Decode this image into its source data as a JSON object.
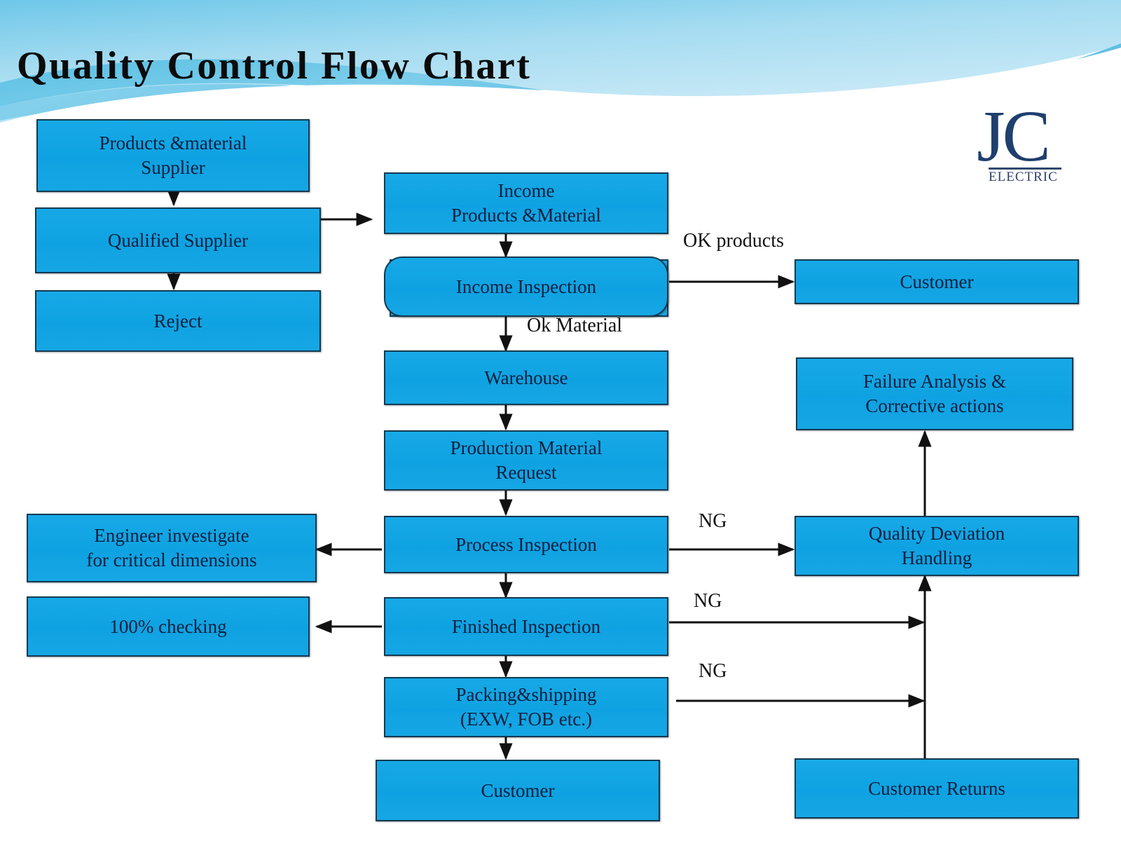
{
  "title": "Quality Control Flow Chart",
  "logo": {
    "mark": "JC",
    "wordmark": "ELECTRIC"
  },
  "colors": {
    "box_fill": "#0fa2e2",
    "box_border": "#123a52",
    "box_text": "#0a1f3d",
    "banner_light": "#a9dcf0",
    "banner_mid": "#6fc6e8",
    "banner_deep": "#3eb2dd",
    "title_text": "#0b0b0b",
    "logo_navy": "#1f3f6e",
    "connector": "#111111"
  },
  "chart_data": {
    "type": "diagram",
    "title": "Quality Control Flow Chart",
    "nodes": [
      {
        "id": "products-material-supplier",
        "label": "Products &material\nSupplier",
        "lines": [
          "Products &material",
          "Supplier"
        ],
        "column": "left",
        "shape": "rect"
      },
      {
        "id": "qualified-supplier",
        "label": "Qualified Supplier",
        "lines": [
          "Qualified Supplier"
        ],
        "column": "left",
        "shape": "rect"
      },
      {
        "id": "reject",
        "label": "Reject",
        "lines": [
          "Reject"
        ],
        "column": "left",
        "shape": "rect"
      },
      {
        "id": "income-products-material",
        "label": "Income\nProducts &Material",
        "lines": [
          "Income",
          "Products &Material"
        ],
        "column": "center",
        "shape": "rect"
      },
      {
        "id": "income-inspection",
        "label": "Income Inspection",
        "lines": [
          "Income Inspection"
        ],
        "column": "center",
        "shape": "rounded-rect"
      },
      {
        "id": "warehouse",
        "label": "Warehouse",
        "lines": [
          "Warehouse"
        ],
        "column": "center",
        "shape": "rect"
      },
      {
        "id": "production-material-request",
        "label": "Production Material\nRequest",
        "lines": [
          "Production Material",
          "Request"
        ],
        "column": "center",
        "shape": "rect"
      },
      {
        "id": "process-inspection",
        "label": "Process Inspection",
        "lines": [
          "Process Inspection"
        ],
        "column": "center",
        "shape": "rect"
      },
      {
        "id": "finished-inspection",
        "label": "Finished Inspection",
        "lines": [
          "Finished Inspection"
        ],
        "column": "center",
        "shape": "rect"
      },
      {
        "id": "packing-shipping",
        "label": "Packing&shipping\n(EXW, FOB etc.)",
        "lines": [
          "Packing&shipping",
          "(EXW, FOB etc.)"
        ],
        "column": "center",
        "shape": "rect"
      },
      {
        "id": "customer-bottom",
        "label": "Customer",
        "lines": [
          "Customer"
        ],
        "column": "center",
        "shape": "rect"
      },
      {
        "id": "engineer-investigate",
        "label": "Engineer investigate\nfor critical dimensions",
        "lines": [
          "Engineer investigate",
          "for critical dimensions"
        ],
        "column": "left",
        "shape": "rect"
      },
      {
        "id": "hundred-percent-checking",
        "label": "100% checking",
        "lines": [
          "100% checking"
        ],
        "column": "left",
        "shape": "rect"
      },
      {
        "id": "customer-right",
        "label": "Customer",
        "lines": [
          "Customer"
        ],
        "column": "right",
        "shape": "rect"
      },
      {
        "id": "failure-analysis",
        "label": "Failure Analysis &\nCorrective actions",
        "lines": [
          "Failure Analysis &",
          "Corrective actions"
        ],
        "column": "right",
        "shape": "rect"
      },
      {
        "id": "quality-deviation-handling",
        "label": "Quality Deviation\nHandling",
        "lines": [
          "Quality Deviation",
          "Handling"
        ],
        "column": "right",
        "shape": "rect"
      },
      {
        "id": "customer-returns",
        "label": "Customer Returns",
        "lines": [
          "Customer Returns"
        ],
        "column": "right",
        "shape": "rect"
      }
    ],
    "edges": [
      {
        "from": "products-material-supplier",
        "to": "qualified-supplier",
        "label": ""
      },
      {
        "from": "qualified-supplier",
        "to": "reject",
        "label": ""
      },
      {
        "from": "qualified-supplier",
        "to": "income-products-material",
        "label": ""
      },
      {
        "from": "income-products-material",
        "to": "income-inspection",
        "label": ""
      },
      {
        "from": "income-inspection",
        "to": "customer-right",
        "label": "OK products"
      },
      {
        "from": "income-inspection",
        "to": "warehouse",
        "label": "Ok Material"
      },
      {
        "from": "warehouse",
        "to": "production-material-request",
        "label": ""
      },
      {
        "from": "production-material-request",
        "to": "process-inspection",
        "label": ""
      },
      {
        "from": "process-inspection",
        "to": "engineer-investigate",
        "label": ""
      },
      {
        "from": "process-inspection",
        "to": "quality-deviation-handling",
        "label": "NG"
      },
      {
        "from": "process-inspection",
        "to": "finished-inspection",
        "label": ""
      },
      {
        "from": "finished-inspection",
        "to": "hundred-percent-checking",
        "label": ""
      },
      {
        "from": "finished-inspection",
        "to": "quality-deviation-handling",
        "label": "NG"
      },
      {
        "from": "finished-inspection",
        "to": "packing-shipping",
        "label": ""
      },
      {
        "from": "packing-shipping",
        "to": "quality-deviation-handling",
        "label": "NG"
      },
      {
        "from": "packing-shipping",
        "to": "customer-bottom",
        "label": ""
      },
      {
        "from": "customer-returns",
        "to": "quality-deviation-handling",
        "label": ""
      },
      {
        "from": "quality-deviation-handling",
        "to": "failure-analysis",
        "label": ""
      }
    ],
    "edge_labels": [
      "OK products",
      "Ok Material",
      "NG",
      "NG",
      "NG"
    ]
  },
  "nodes": {
    "products_material_supplier": {
      "l1": "Products &material",
      "l2": "Supplier"
    },
    "qualified_supplier": {
      "l1": "Qualified Supplier"
    },
    "reject": {
      "l1": "Reject"
    },
    "income_products_material": {
      "l1": "Income",
      "l2": "Products &Material"
    },
    "income_inspection": {
      "l1": "Income Inspection"
    },
    "warehouse": {
      "l1": "Warehouse"
    },
    "production_material_request": {
      "l1": "Production Material",
      "l2": "Request"
    },
    "process_inspection": {
      "l1": "Process Inspection"
    },
    "finished_inspection": {
      "l1": "Finished Inspection"
    },
    "packing_shipping": {
      "l1": "Packing&shipping",
      "l2": "(EXW, FOB etc.)"
    },
    "customer_bottom": {
      "l1": "Customer"
    },
    "engineer_investigate": {
      "l1": "Engineer investigate",
      "l2": "for critical dimensions"
    },
    "hundred_percent_checking": {
      "l1": "100% checking"
    },
    "customer_right": {
      "l1": "Customer"
    },
    "failure_analysis": {
      "l1": "Failure Analysis &",
      "l2": "Corrective actions"
    },
    "quality_deviation_handling": {
      "l1": "Quality Deviation",
      "l2": "Handling"
    },
    "customer_returns": {
      "l1": "Customer Returns"
    }
  },
  "labels": {
    "ok_products": "OK products",
    "ok_material": "Ok Material",
    "ng_process": "NG",
    "ng_finished": "NG",
    "ng_packing": "NG"
  }
}
